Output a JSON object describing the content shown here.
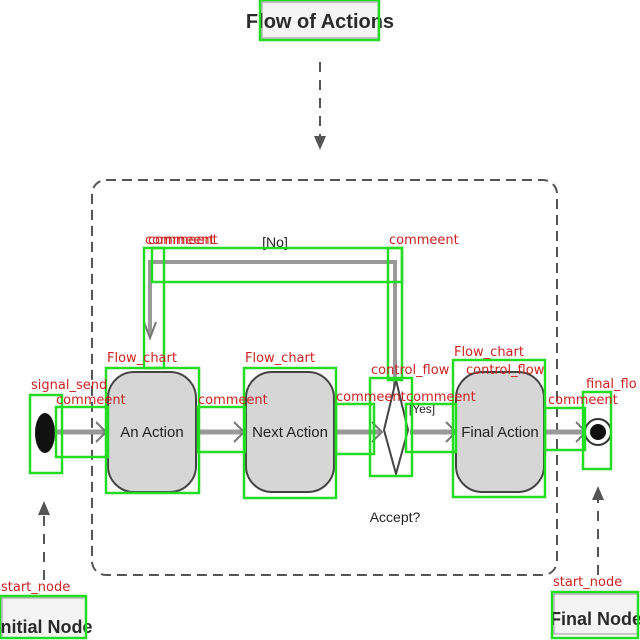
{
  "diagram": {
    "title": "Flow of Actions",
    "initial_node_label": "Initial Node",
    "final_node_label": "Final Node",
    "actions": [
      "An Action",
      "Next Action",
      "Final Action"
    ],
    "guard_no": "[No]",
    "guard_yes": "[Yes]",
    "decision_label": "Accept?"
  },
  "annotations": {
    "color": "#22dd22",
    "label_color": "#cc2222",
    "labels": {
      "comment": "commeent",
      "flow_chart": "Flow_chart",
      "signal_send": "signal_send",
      "control_flow": "control_flow",
      "start_node": "start_node",
      "final_flow": "final_flo"
    }
  },
  "colors": {
    "action_fill": "#d6d6d6",
    "line": "#777777",
    "frame": "#555555",
    "node": "#111111"
  }
}
